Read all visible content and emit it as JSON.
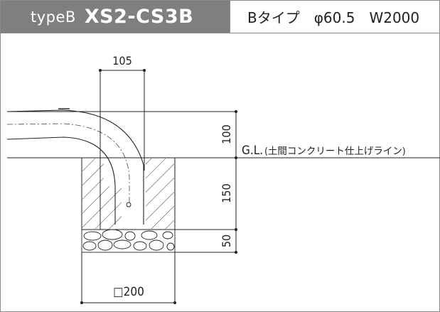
{
  "header": {
    "type_label": "typeB",
    "model_code": "XS2-CS3B",
    "spec_text": "Bタイプ　φ60.5　W2000"
  },
  "dimensions": {
    "pipe_offset": "105",
    "above_ground": "100",
    "embed_depth": "150",
    "gravel_depth": "50",
    "footing_size": "□200"
  },
  "gl_label": {
    "main": "G.L.",
    "note": "(土間コンクリート仕上げライン)"
  },
  "colors": {
    "header_bg": "#7f7f7f",
    "line": "#222222"
  }
}
